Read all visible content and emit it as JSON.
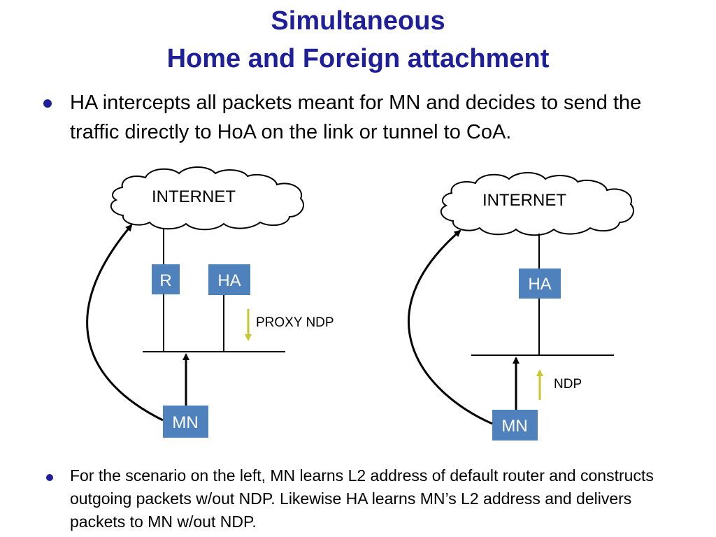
{
  "slide": {
    "title_line1": "Simultaneous",
    "title_line2": "Home and Foreign attachment",
    "bullet1": "HA intercepts all packets meant for MN and decides to send the traffic directly to HoA on the link or tunnel to CoA.",
    "bullet2": "For the scenario on the left, MN learns L2 address of default router and constructs outgoing packets w/out NDP.  Likewise HA learns MN’s L2 address and delivers packets to MN w/out NDP."
  },
  "left_diagram": {
    "cloud_label": "INTERNET",
    "router_label": "R",
    "ha_label": "HA",
    "mn_label": "MN",
    "arrow_label": "PROXY NDP"
  },
  "right_diagram": {
    "cloud_label": "INTERNET",
    "ha_label": "HA",
    "mn_label": "MN",
    "arrow_label": "NDP"
  },
  "colors": {
    "title": "#1f1f99",
    "node_box": "#4f81bd",
    "ndp_arrow": "#c8c832"
  }
}
